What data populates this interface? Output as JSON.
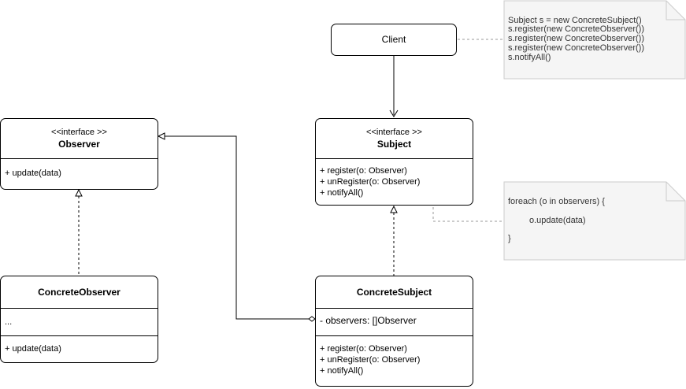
{
  "client": {
    "label": "Client"
  },
  "observer": {
    "stereotype": "<<interface >>",
    "name": "Observer",
    "methods": [
      "+ update(data)"
    ]
  },
  "concrete_observer": {
    "name": "ConcreteObserver",
    "attributes": [
      "..."
    ],
    "methods": [
      "+ update(data)"
    ]
  },
  "subject": {
    "stereotype": "<<interface >>",
    "name": "Subject",
    "methods": [
      "+ register(o: Observer)",
      "+ unRegister(o: Observer)",
      "+ notifyAll()"
    ]
  },
  "concrete_subject": {
    "name": "ConcreteSubject",
    "attributes": [
      "- observers: []Observer"
    ],
    "methods": [
      "+ register(o: Observer)",
      "+ unRegister(o: Observer)",
      "+ notifyAll()"
    ]
  },
  "notes": {
    "client_note": [
      "Subject s = new ConcreteSubject()",
      "s.register(new ConcreteObserver())",
      "s.register(new ConcreteObserver())",
      "s.register(new ConcreteObserver())",
      "s.notifyAll()"
    ],
    "notify_note": [
      "foreach (o in observers) {",
      "o.update(data)",
      "}"
    ]
  },
  "colors": {
    "note_fill": "#f5f5f5",
    "note_border": "#cccccc",
    "note_connector": "#999999",
    "line": "#000000"
  }
}
